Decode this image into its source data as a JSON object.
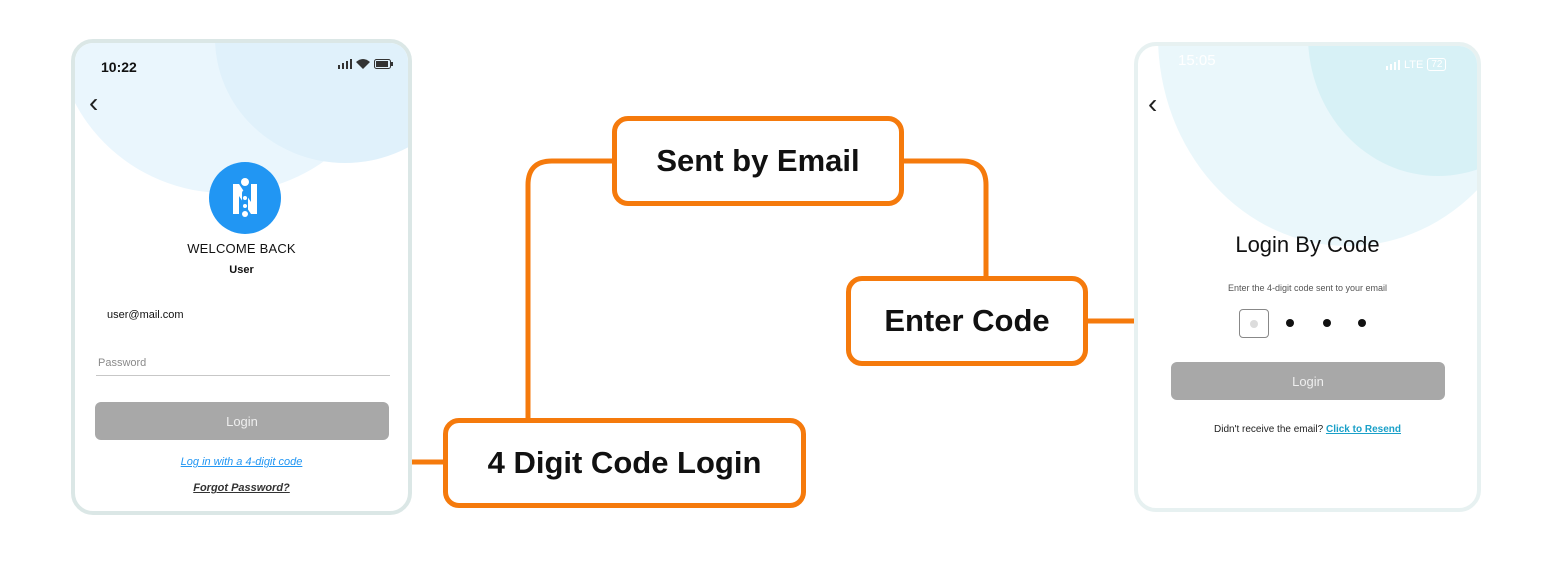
{
  "colors": {
    "accent_orange": "#f57a0c",
    "link_blue": "#2196f3",
    "button_gray": "#a8a8a8",
    "logo_blue": "#2196f3"
  },
  "left_screen": {
    "status_time": "10:22",
    "status_icons": [
      "signal-icon",
      "wifi-icon",
      "battery-icon"
    ],
    "back_icon": "chevron-left-icon",
    "logo_icon": "app-logo-icon",
    "welcome_title": "WELCOME BACK",
    "user_name": "User",
    "email_value": "user@mail.com",
    "password_placeholder": "Password",
    "login_label": "Login",
    "code_login_link": "Log in with a 4-digit code",
    "forgot_link": "Forgot Password?"
  },
  "right_screen": {
    "status_time": "15:05",
    "status_network": "LTE",
    "status_battery": "72",
    "back_icon": "chevron-left-icon",
    "title": "Login By Code",
    "instruction": "Enter the 4-digit code sent to your email",
    "login_label": "Login",
    "resend_prompt": "Didn't receive the email?",
    "resend_link": "Click to Resend"
  },
  "callouts": {
    "sent_by_email": "Sent by Email",
    "enter_code": "Enter Code",
    "four_digit_login": "4 Digit Code Login"
  }
}
